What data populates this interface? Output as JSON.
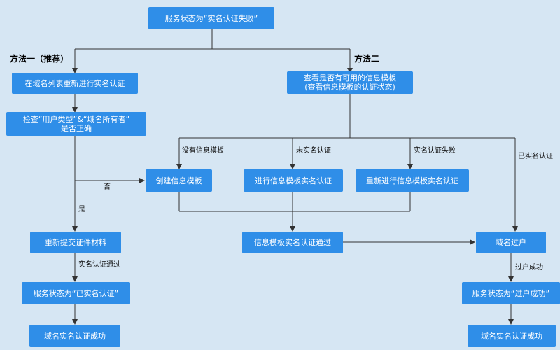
{
  "nodes": {
    "status_failed": "服务状态为“实名认证失败”",
    "domain_list_reauth": "在域名列表重新进行实名认证",
    "check_user_type": "检查“用户类型”&“域名所有者”",
    "check_user_type_2": "是否正确",
    "check_template": "查看是否有可用的信息模板",
    "check_template_2": "(查看信息模板的认证状态)",
    "create_template": "创建信息模板",
    "template_auth": "进行信息模板实名认证",
    "template_reauth": "重新进行信息模板实名认证",
    "resubmit_docs": "重新提交证件材料",
    "template_auth_passed": "信息模板实名认证通过",
    "domain_transfer": "域名过户",
    "status_verified": "服务状态为“已实名认证”",
    "status_transfer_success": "服务状态为“过户成功”",
    "domain_auth_success_left": "域名实名认证成功",
    "domain_auth_success_right": "域名实名认证成功"
  },
  "headings": {
    "method_one": "方法一（推荐）",
    "method_two": "方法二"
  },
  "edge_labels": {
    "no_template": "没有信息模板",
    "not_verified": "未实名认证",
    "verify_failed": "实名认证失败",
    "already_verified": "已实名认证",
    "no": "否",
    "yes": "是",
    "auth_passed": "实名认证通过",
    "transfer_success": "过户成功"
  },
  "colors": {
    "background": "#d6e6f3",
    "node_fill": "#2f8ee8",
    "node_text": "#ffffff",
    "edge": "#333333"
  }
}
